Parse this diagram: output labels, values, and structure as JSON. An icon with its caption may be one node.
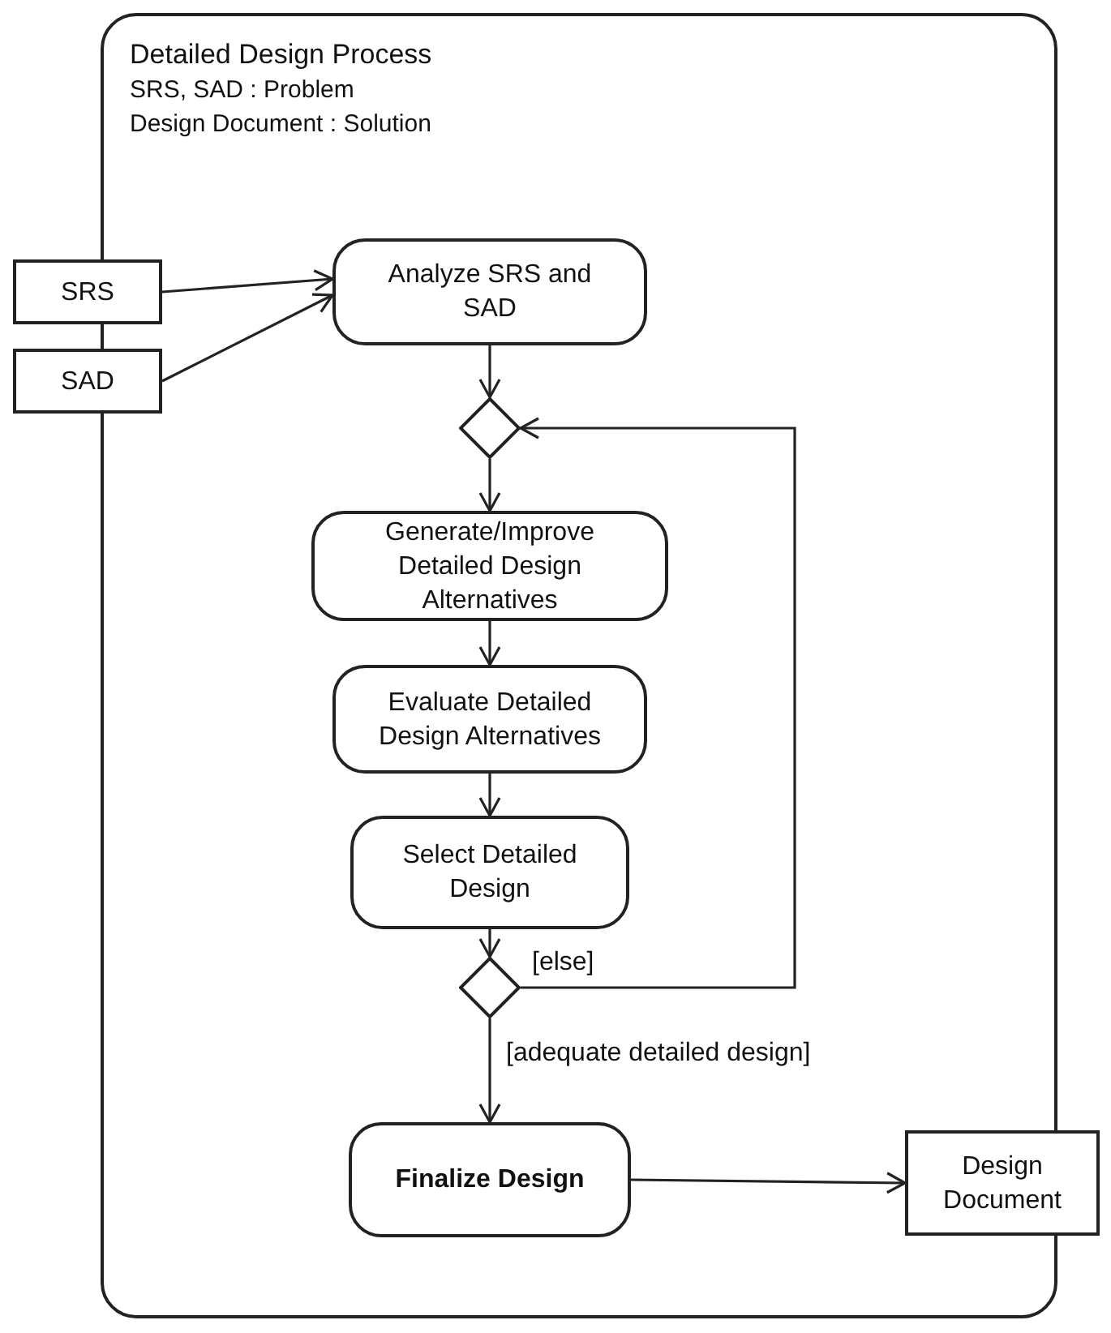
{
  "diagram": {
    "nodes": [
      {
        "text": [
          "Detailed Design Process",
          "SRS, SAD : Problem",
          "Design Document : Solution"
        ]
      },
      {
        "text": [
          "SRS"
        ]
      },
      {
        "text": [
          "SAD"
        ]
      },
      {
        "text": [
          "Analyze SRS and SAD"
        ],
        "in": 0
      },
      {
        "text": [],
        "shape": "diamond",
        "in": 0
      },
      {
        "text": [
          "Generate/Improve Detailed Design Alternatives"
        ],
        "in": 0
      },
      {
        "text": [
          "Evaluate Detailed Design Alternatives"
        ],
        "in": 0
      },
      {
        "text": [
          "Select Detailed Design"
        ],
        "in": 0
      },
      {
        "text": [],
        "shape": "diamond",
        "in": 0
      },
      {
        "text": [
          "Finalize Design"
        ],
        "in": 0
      },
      {
        "text": [
          "Design Document"
        ]
      }
    ],
    "edges": [
      {
        "from": 1,
        "to": 3,
        "arrow": "to"
      },
      {
        "from": 2,
        "to": 3,
        "arrow": "to"
      },
      {
        "from": 3,
        "to": 4,
        "arrow": "to"
      },
      {
        "from": 4,
        "to": 5,
        "arrow": "to"
      },
      {
        "from": 5,
        "to": 6,
        "arrow": "to"
      },
      {
        "from": 6,
        "to": 7,
        "arrow": "to"
      },
      {
        "from": 7,
        "to": 8,
        "arrow": "to"
      },
      {
        "from": 8,
        "to": 4,
        "arrow": "to",
        "label": "[else]"
      },
      {
        "from": 8,
        "to": 9,
        "arrow": "to",
        "label": "[adequate detailed design]"
      },
      {
        "from": 9,
        "to": 10,
        "arrow": "to"
      }
    ]
  }
}
